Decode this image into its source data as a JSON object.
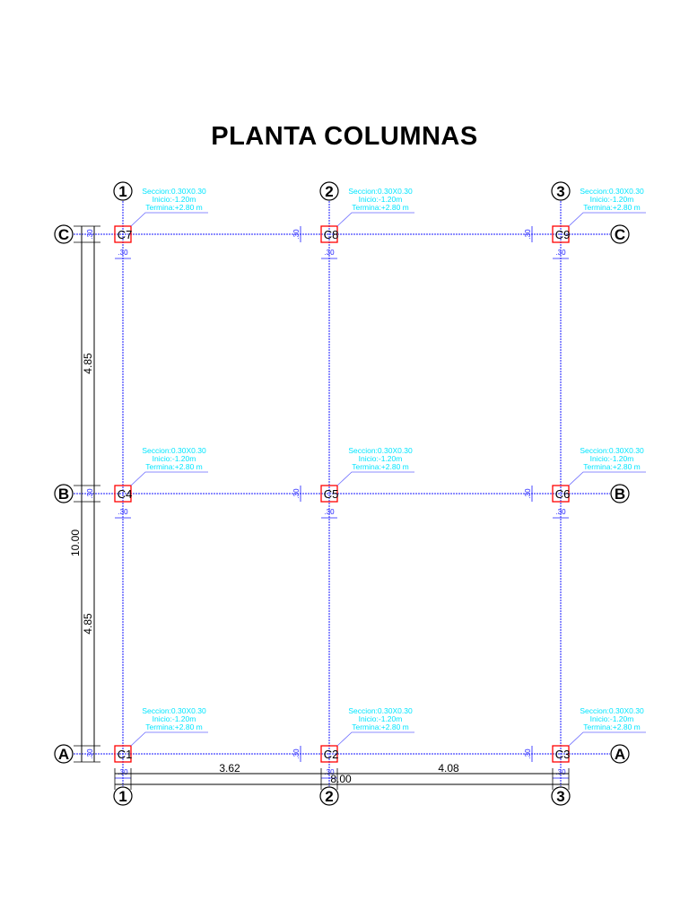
{
  "title": "PLANTA COLUMNAS",
  "colors": {
    "grid_line": "#1a1aff",
    "column_box": "#ff0000",
    "annotation": "#00e5ff",
    "dimension": "#000000"
  },
  "grid_axes_x": [
    "1",
    "2",
    "3"
  ],
  "grid_axes_y": [
    "C",
    "B",
    "A"
  ],
  "columns": [
    {
      "id": "C7",
      "axis_x": "1",
      "axis_y": "C"
    },
    {
      "id": "C8",
      "axis_x": "2",
      "axis_y": "C"
    },
    {
      "id": "C9",
      "axis_x": "3",
      "axis_y": "C"
    },
    {
      "id": "C4",
      "axis_x": "1",
      "axis_y": "B"
    },
    {
      "id": "C5",
      "axis_x": "2",
      "axis_y": "B"
    },
    {
      "id": "C6",
      "axis_x": "3",
      "axis_y": "B"
    },
    {
      "id": "C1",
      "axis_x": "1",
      "axis_y": "A"
    },
    {
      "id": "C2",
      "axis_x": "2",
      "axis_y": "A"
    },
    {
      "id": "C3",
      "axis_x": "3",
      "axis_y": "A"
    }
  ],
  "column_annotation": {
    "seccion": "Seccion:0.30X0.30",
    "inicio": "Inicio:-1.20m",
    "termina": "Termina:+2.80 m"
  },
  "column_size_label": ".30",
  "dimensions": {
    "x_spans": [
      "3.62",
      "4.08"
    ],
    "x_total": "8.00",
    "y_spans": [
      "4.85",
      "4.85"
    ],
    "y_total": "10.00"
  }
}
